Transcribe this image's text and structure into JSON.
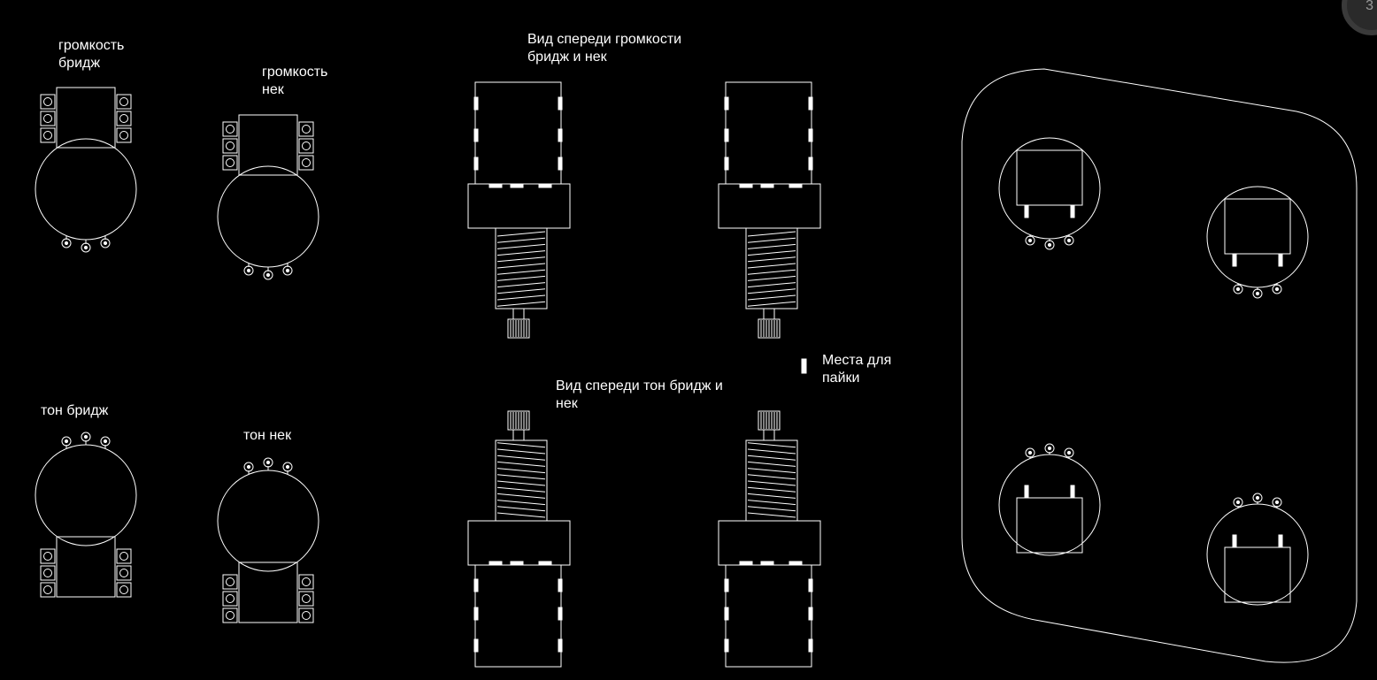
{
  "labels": {
    "vol_bridge": "громкость\nбридж",
    "vol_neck": "громкость\nнек",
    "tone_bridge": "тон бридж",
    "tone_neck": "тон нек",
    "front_vol": "Вид спереди громкости\nбридж и нек",
    "front_tone": "Вид спереди тон бридж и\nнек",
    "legend": "Места для\nпайки"
  },
  "corner_badge": "3",
  "colors": {
    "background": "#000000",
    "stroke": "#ffffff",
    "solder": "#ffffff"
  }
}
